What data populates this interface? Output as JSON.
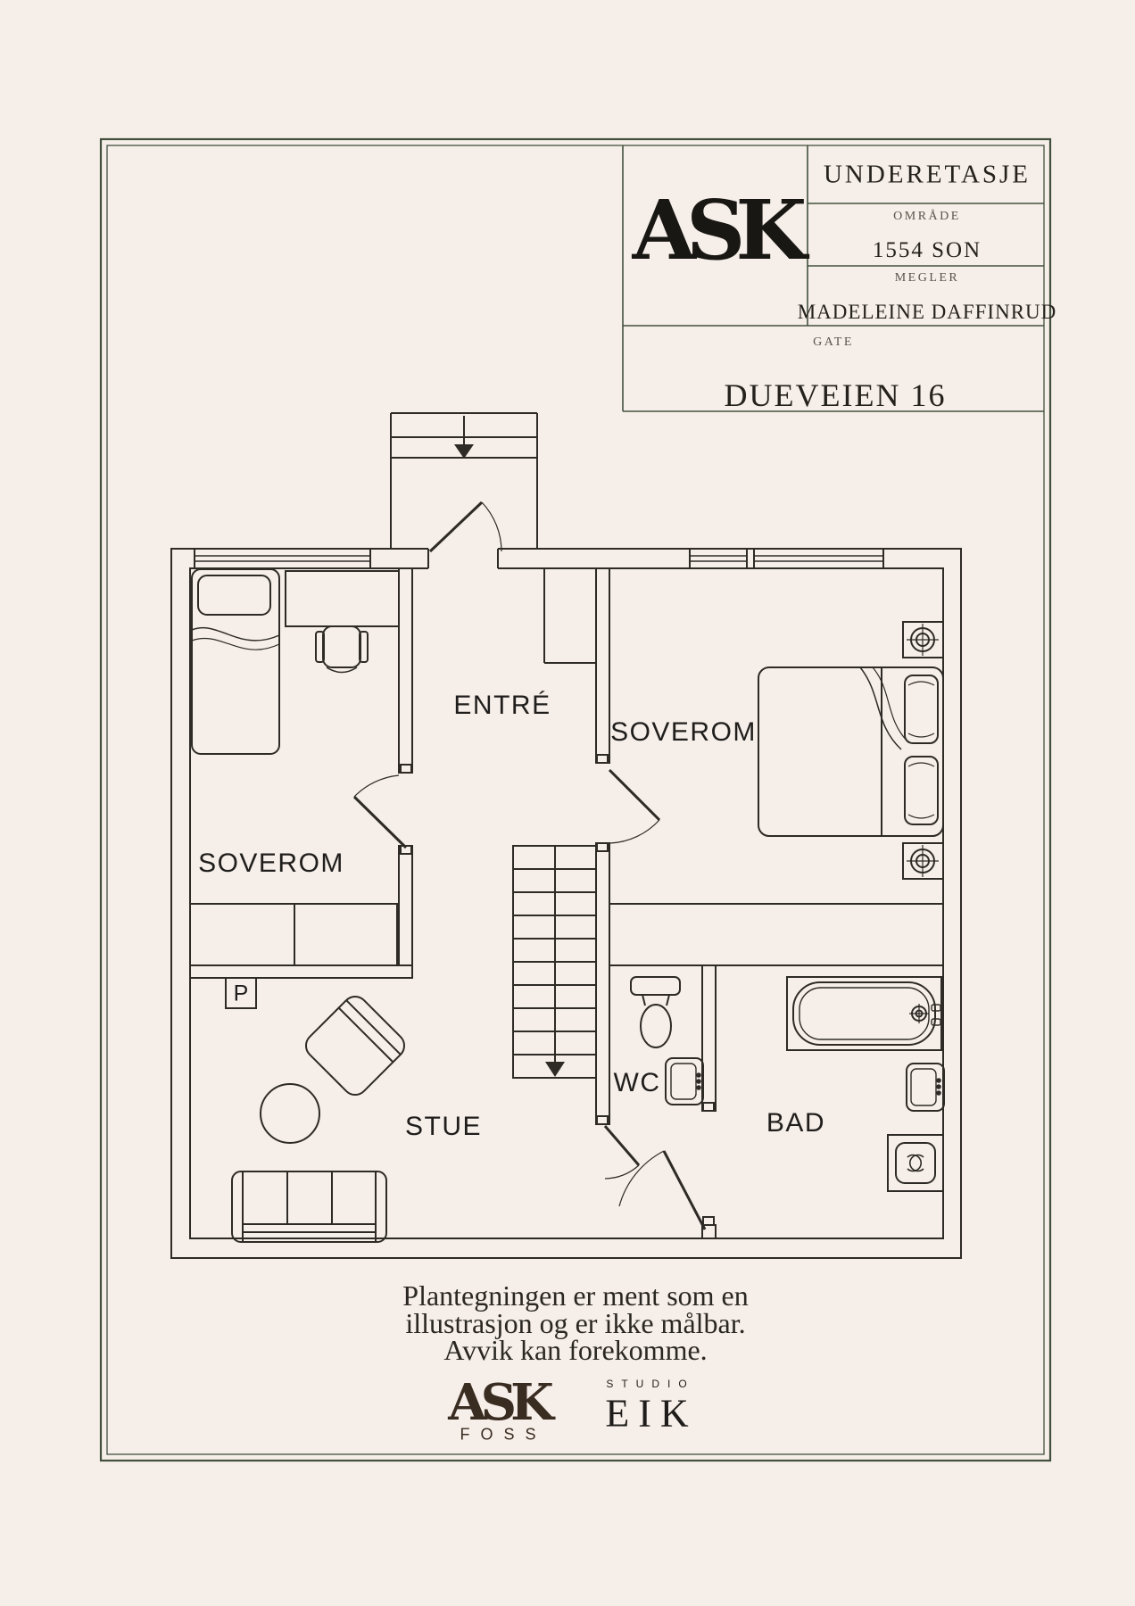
{
  "title_block": {
    "logo": "ASK",
    "floor": "UNDERETASJE",
    "area_label": "OMRÅDE",
    "area_value": "1554 SON",
    "broker_label": "MEGLER",
    "broker_value": "MADELEINE DAFFINRUD",
    "street_label": "GATE",
    "street_value": "DUEVEIEN 16"
  },
  "rooms": {
    "entre": {
      "label": "ENTRÉ"
    },
    "bedroom_right": {
      "label": "SOVEROM"
    },
    "bedroom_left": {
      "label": "SOVEROM"
    },
    "wc": {
      "label": "WC"
    },
    "bathroom": {
      "label": "BAD"
    },
    "living_room": {
      "label": "STUE"
    }
  },
  "plan": {
    "fireplace_label": "P"
  },
  "disclaimer": {
    "line1": "Plantegningen er ment som en",
    "line2": "illustrasjon og er ikke målbar.",
    "line3": "Avvik kan forekomme."
  },
  "footer": {
    "ask_name": "ASK",
    "ask_sub": "FOSS",
    "studio_label": "STUDIO",
    "studio_name": "EIK"
  },
  "colors": {
    "paper": "#f6eee8",
    "plan_line": "#2e2b27",
    "frame_green": "#42503f",
    "logo_black": "#191713",
    "logo_brown": "#392c21"
  }
}
